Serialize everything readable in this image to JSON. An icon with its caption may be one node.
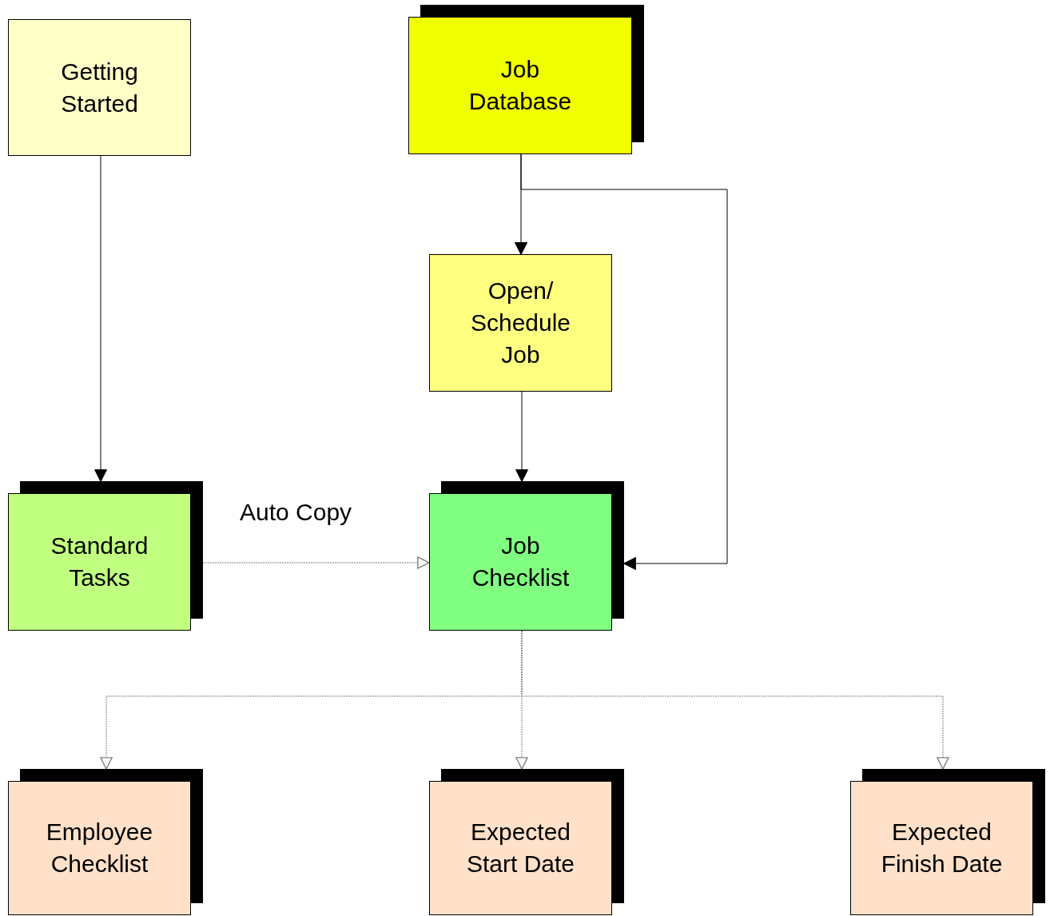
{
  "diagram": {
    "nodes": [
      {
        "text": [
          "Getting Started"
        ]
      },
      {
        "text": [
          "Job Database"
        ]
      },
      {
        "text": [
          "Open/ Schedule Job"
        ]
      },
      {
        "text": [
          "Standard Tasks"
        ]
      },
      {
        "text": [
          "Job Checklist"
        ]
      },
      {
        "text": [
          "Employee Checklist"
        ]
      },
      {
        "text": [
          "Expected Start Date"
        ]
      },
      {
        "text": [
          "Expected Finish Date"
        ]
      }
    ],
    "edges": [
      {
        "from": 0,
        "to": 3,
        "arrow": "to"
      },
      {
        "from": 1,
        "to": 2,
        "arrow": "to"
      },
      {
        "from": 1,
        "to": 4,
        "arrow": "to"
      },
      {
        "from": 2,
        "to": 4,
        "arrow": "to"
      },
      {
        "from": 3,
        "to": 4,
        "arrow": "to",
        "label": "Auto Copy",
        "style": "dashed",
        "color": "#808080"
      },
      {
        "from": 4,
        "to": 5,
        "arrow": "to",
        "style": "dashed",
        "color": "#808080"
      },
      {
        "from": 4,
        "to": 6,
        "arrow": "to",
        "style": "dashed",
        "color": "#808080"
      },
      {
        "from": 4,
        "to": 7,
        "arrow": "to",
        "style": "dashed",
        "color": "#808080"
      }
    ]
  }
}
